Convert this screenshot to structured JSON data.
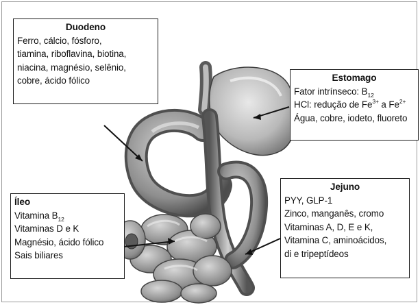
{
  "duodeno": {
    "title": "Duodeno",
    "lines": [
      "Ferro, cálcio, fósforo,",
      "tiamina, riboflavina, biotina,",
      "niacina, magnésio, selênio,",
      "cobre, ácido fólico"
    ]
  },
  "estomago": {
    "title": "Estomago",
    "l1_text": "Fator intrínseco: B",
    "l1_sub": "12",
    "l2_a": "HCl: redução de Fe",
    "l2_sup1": "3+",
    "l2_b": " a Fe",
    "l2_sup2": "2+",
    "l3": "Água, cobre, iodeto, fluoreto"
  },
  "ileo": {
    "title": "Íleo",
    "l1_text": "Vitamina B",
    "l1_sub": "12",
    "l2": "Vitaminas D e K",
    "l3": "Magnésio, ácido fólico",
    "l4": "Sais biliares"
  },
  "jejuno": {
    "title": "Jejuno",
    "lines": [
      "PYY, GLP-1",
      "Zinco, manganês, cromo",
      "Vitaminas A, D, E e K,",
      "Vitamina C, aminoácidos,",
      "di e tripeptídeos"
    ]
  }
}
